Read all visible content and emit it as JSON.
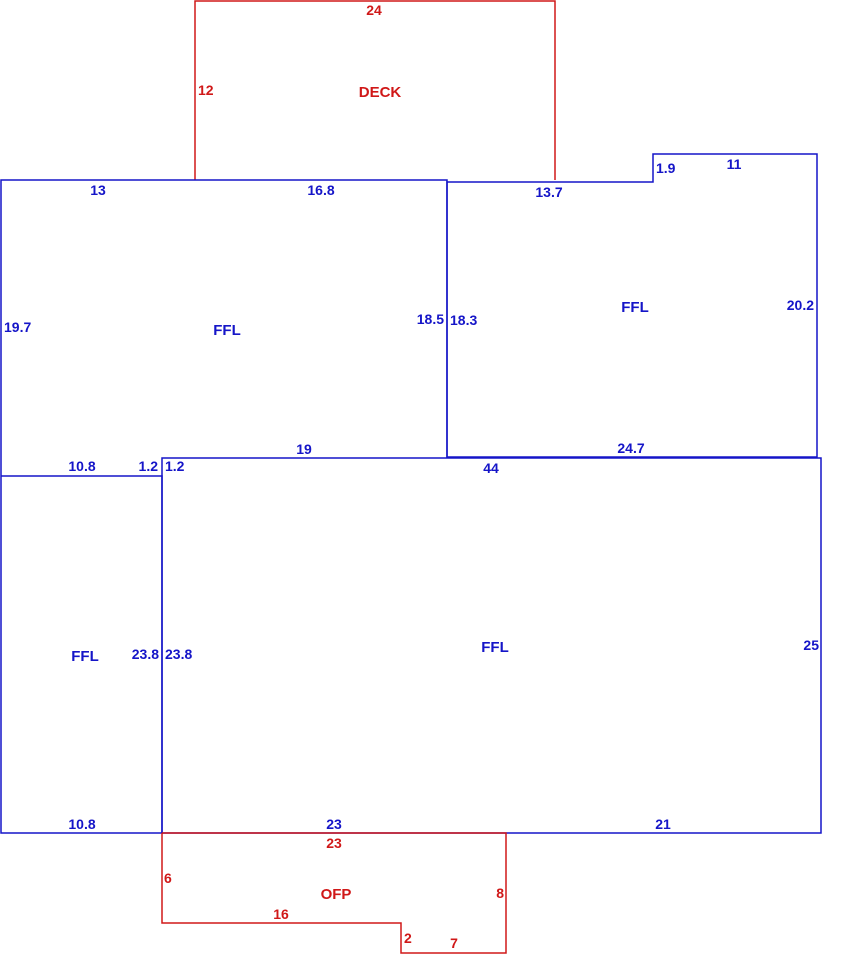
{
  "colors": {
    "main": "#1515c8",
    "porch": "#d01818",
    "background": "#ffffff"
  },
  "areas": {
    "deck": "DECK",
    "ffl_upper_left": "FFL",
    "ffl_upper_right": "FFL",
    "ffl_lower_left": "FFL",
    "ffl_main": "FFL",
    "ofp": "OFP"
  },
  "dimensions": {
    "deck_top": "24",
    "deck_left": "12",
    "ul_top_a": "13",
    "ul_top_b": "16.8",
    "ul_left": "19.7",
    "ul_right": "18.5",
    "ul_bottom_a": "10.8",
    "ul_bottom_b": "1.2",
    "ul_bottom_c": "19",
    "ur_top_a": "13.7",
    "ur_step": "1.9",
    "ur_top_b": "11",
    "ur_left": "18.3",
    "ur_right": "20.2",
    "ur_bottom": "24.7",
    "main_step": "1.2",
    "main_top": "44",
    "main_left": "23.8",
    "main_right": "25",
    "main_bottom_a": "23",
    "main_bottom_b": "21",
    "ll_right": "23.8",
    "ll_bottom": "10.8",
    "ofp_top": "23",
    "ofp_left": "6",
    "ofp_right": "8",
    "ofp_bottom_a": "16",
    "ofp_step": "2",
    "ofp_bottom_b": "7"
  }
}
